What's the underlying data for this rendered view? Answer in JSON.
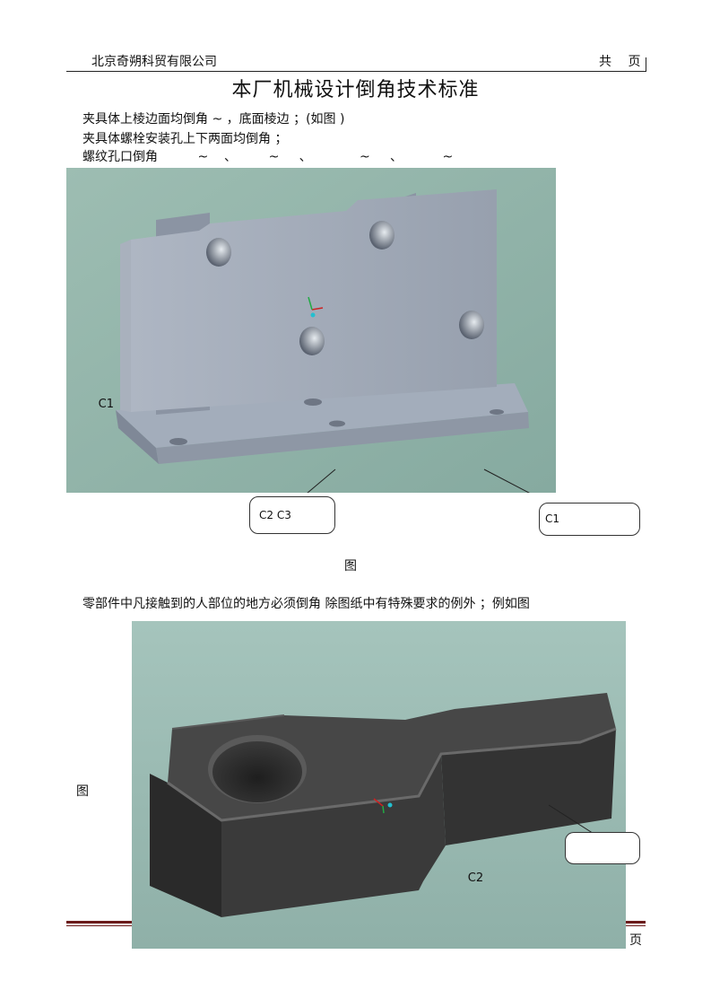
{
  "header": {
    "company": "北京奇朔科贸有限公司",
    "pages": "共 页"
  },
  "title": "本厂机械设计倒角技术标准",
  "paragraphs": {
    "p1": "夹具体上棱边面均倒角 ~ ，底面棱边 ；(如图 )",
    "p2": "夹具体螺栓安装孔上下两面均倒角 ；",
    "p3": "螺纹孔口倒角          ~    、        ~     、            ~     、          ~",
    "p4": "零部件中凡接触到的人部位的地方必须倒角 除图纸中有特殊要求的例外 ；例如图"
  },
  "figure1": {
    "label_top": "   ",
    "label_c1": "     C1",
    "callout_left": "   C2   C3",
    "callout_right": "            C1",
    "caption": "图"
  },
  "figure2": {
    "side_label": "图",
    "callout": "",
    "label_c2": "      C2"
  },
  "footer": {
    "page": "页"
  }
}
